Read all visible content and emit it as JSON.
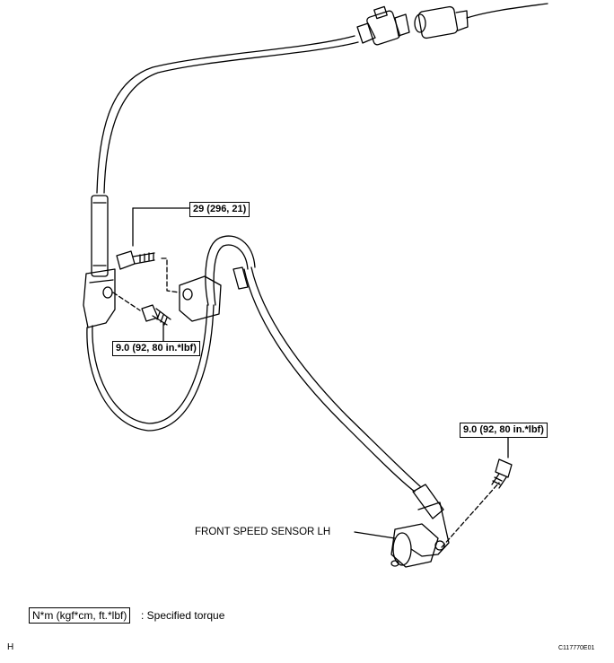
{
  "callouts": {
    "torque_upper_bolt": "29 (296, 21)",
    "torque_lower_bolt": "9.0 (92, 80 in.*lbf)",
    "torque_sensor_bolt": "9.0 (92, 80 in.*lbf)",
    "part_name": "FRONT SPEED SENSOR LH"
  },
  "legend": {
    "unit_box": "N*m (kgf*cm, ft.*lbf)",
    "description": ": Specified torque"
  },
  "footer": {
    "left_code": "H",
    "figure_id": "C117770E01"
  }
}
